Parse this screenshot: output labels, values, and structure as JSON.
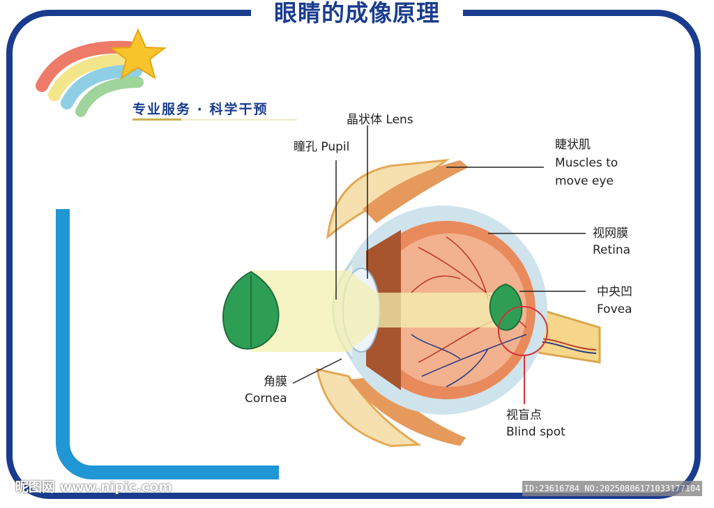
{
  "title": "眼睛的成像原理",
  "subtitle": "专业服务 · 科学干预",
  "labels": {
    "lens": "晶状体 Lens",
    "pupil": "瞳孔 Pupil",
    "muscles_cn": "睫状肌",
    "muscles_en_1": "Muscles to",
    "muscles_en_2": "move eye",
    "retina_cn": "视网膜",
    "retina_en": "Retina",
    "fovea_cn": "中央凹",
    "fovea_en": "Fovea",
    "cornea_cn": "角膜",
    "cornea_en": "Cornea",
    "blindspot_cn": "视盲点",
    "blindspot_en": "Blind spot"
  },
  "watermark": {
    "left": "昵图网 www.nipic.com",
    "right": "ID:23616784 NO:20250806171033177104"
  },
  "colors": {
    "frame": "#1a3c8e",
    "bracket": "#2196d4",
    "leaf": "#2e9e55",
    "light_beam": "#f3f0b0",
    "eyeball": "#e98a5c",
    "sclera": "#cfe3ec"
  }
}
